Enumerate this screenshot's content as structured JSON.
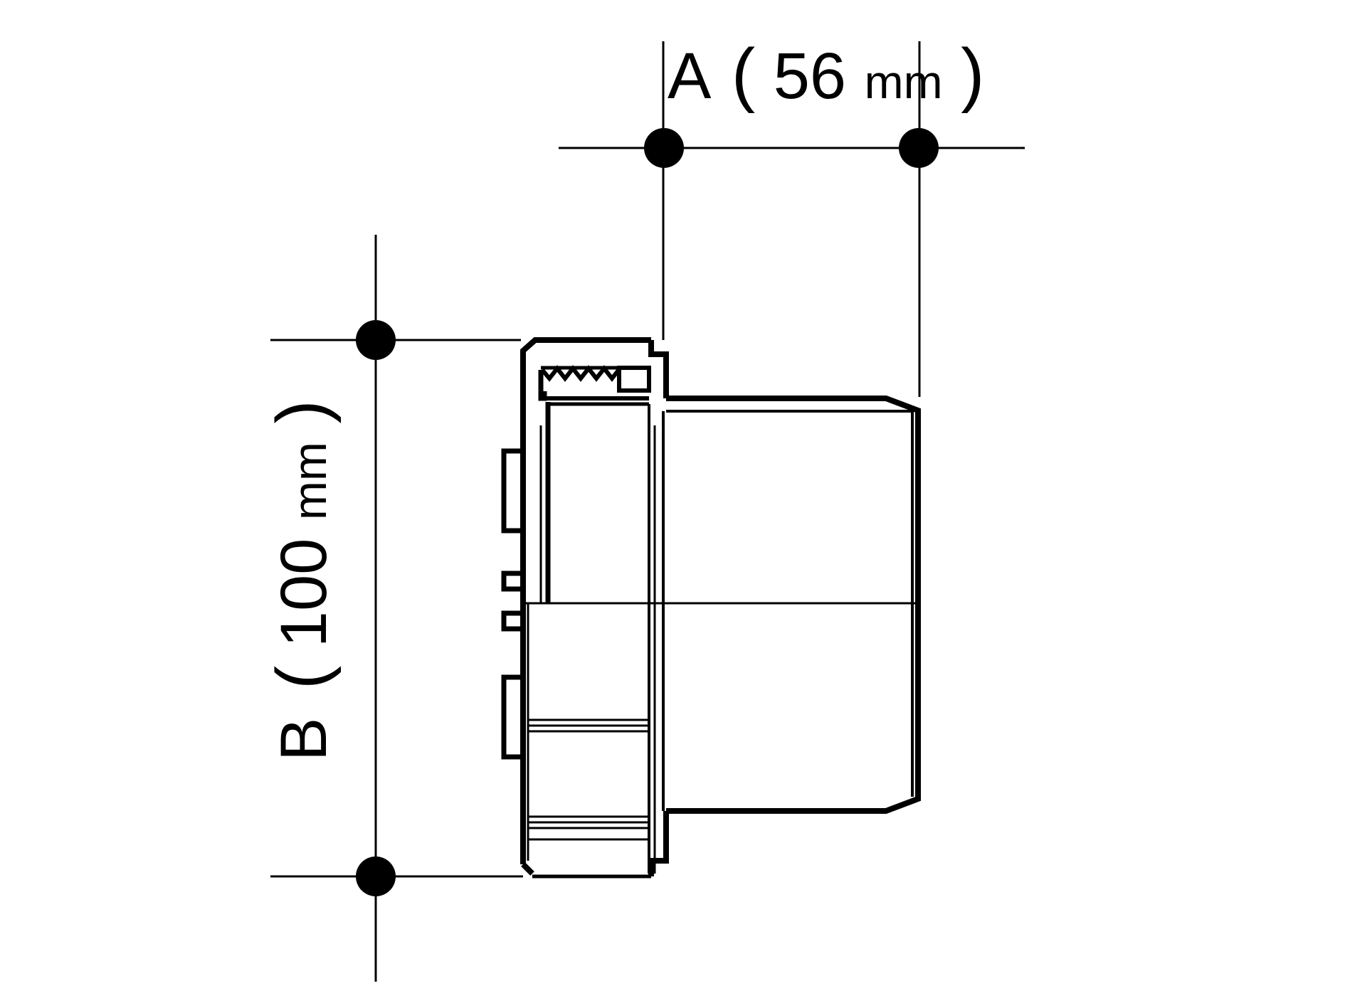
{
  "dimensions": {
    "a": {
      "letter": "A",
      "open_paren": "(",
      "value": "56",
      "unit": "mm",
      "close_paren": ")"
    },
    "b": {
      "letter": "B",
      "open_paren": "(",
      "value": "100",
      "unit": "mm",
      "close_paren": ")"
    }
  },
  "colors": {
    "line": "#000000",
    "background": "#ffffff"
  }
}
